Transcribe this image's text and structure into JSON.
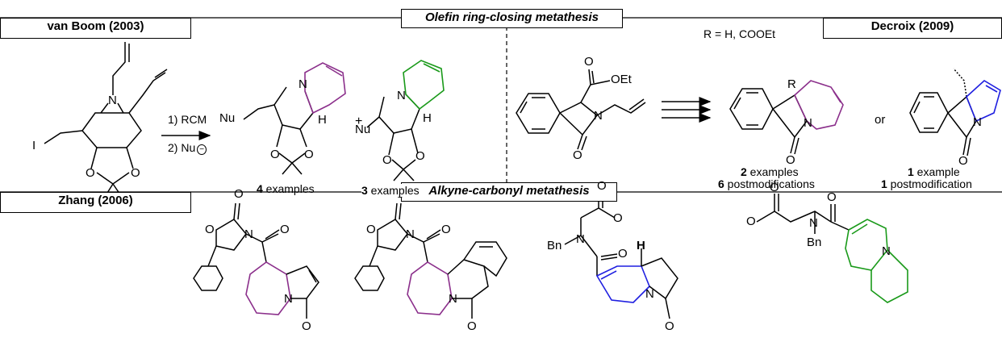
{
  "sections": {
    "olefin_title": "Olefin ring-closing metathesis",
    "alkyne_title": "Alkyne-carbonyl metathesis"
  },
  "authors": {
    "van_boom": "van Boom (2003)",
    "decroix": "Decroix (2009)",
    "zhang": "Zhang (2006)"
  },
  "reaction": {
    "step1": "1) RCM",
    "step2": "2) Nu",
    "r_group_note": "R = H, COOEt"
  },
  "atoms": {
    "N": "N",
    "O": "O",
    "I": "I",
    "H": "H",
    "Nu": "Nu",
    "R": "R",
    "OEt": "OEt",
    "Bn": "Bn",
    "plus": "+",
    "or": "or"
  },
  "labels": {
    "prod1_count": "4",
    "prod1_text": " examples",
    "prod2_count": "3",
    "prod2_text": " examples",
    "prod3_count": "2",
    "prod3_text": " examples",
    "prod3_post_count": "6",
    "prod3_post_text": " postmodifications",
    "prod4_count": "1",
    "prod4_text": " example",
    "prod4_post_count": "1",
    "prod4_post_text": " postmodification"
  },
  "colors": {
    "purple_ring": "#8B2F8B",
    "green_ring": "#1A9A1A",
    "blue_ring": "#1F1FE0",
    "black": "#000000"
  }
}
